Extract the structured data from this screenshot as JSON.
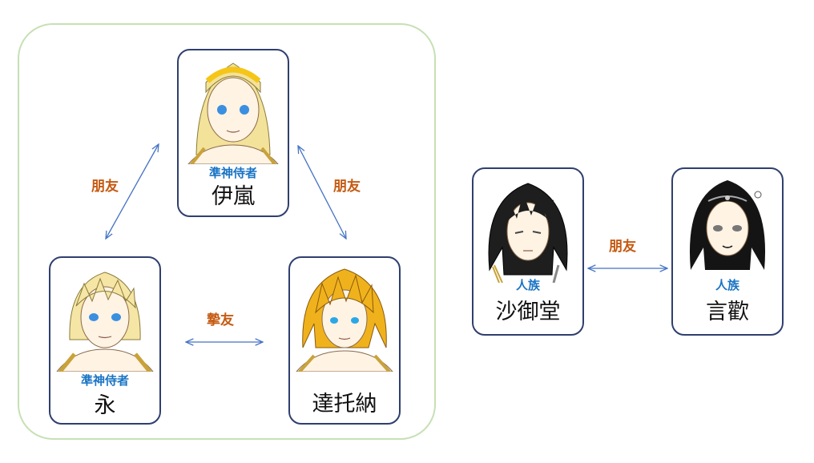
{
  "groups": {
    "left": {
      "cards": [
        {
          "race": "準神侍者",
          "name": "伊嵐",
          "hair": "#f3e29a",
          "band": "#f5c518",
          "eye": "#3a8fe0"
        },
        {
          "race": "準神侍者",
          "name": "永",
          "hair": "#f5e6a6",
          "band": "",
          "eye": "#3a8fe0"
        },
        {
          "race": "",
          "name": "達托納",
          "hair": "#f0b21c",
          "band": "",
          "eye": "#2aa7e6"
        }
      ],
      "relations": [
        {
          "label": "朋友"
        },
        {
          "label": "朋友"
        },
        {
          "label": "摯友"
        }
      ]
    },
    "right": {
      "cards": [
        {
          "race": "人族",
          "name": "沙御堂",
          "hair": "#1e1e1e",
          "band": "",
          "eye": "#444444"
        },
        {
          "race": "人族",
          "name": "言歡",
          "hair": "#141414",
          "band": "",
          "eye": "#777777"
        }
      ],
      "relations": [
        {
          "label": "朋友"
        }
      ]
    }
  },
  "colors": {
    "card_border": "#2f3f6e",
    "group_border": "#c6e0b4",
    "race_text": "#1a74c4",
    "relation_text": "#c55a11",
    "arrow": "#4472c4"
  }
}
